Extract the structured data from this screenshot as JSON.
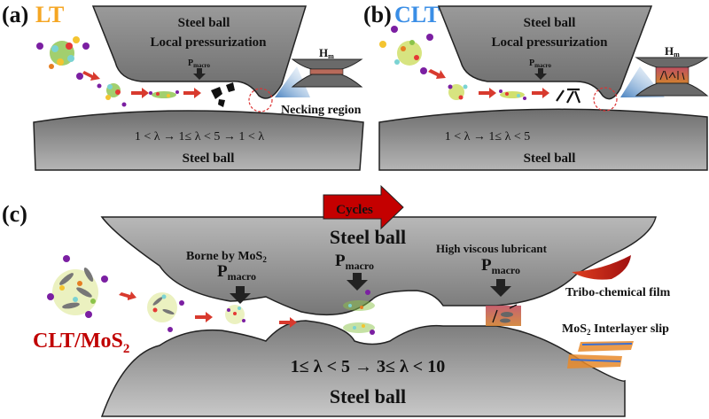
{
  "panel_a": {
    "label": "(a)",
    "title": "LT",
    "title_color": "#F5A623",
    "upper_ball": "Steel ball",
    "upper_sub": "Local pressurization",
    "pressure_main": "P",
    "pressure_sub": "macro",
    "inset_label_main": "H",
    "inset_label_sub": "m",
    "necking": "Necking region",
    "lambda": "1 < λ  →  1≤ λ < 5  → 1 < λ",
    "lower_ball": "Steel ball"
  },
  "panel_b": {
    "label": "(b)",
    "title": "CLT",
    "title_color": "#3A8EE6",
    "upper_ball": "Steel ball",
    "upper_sub": "Local pressurization",
    "pressure_main": "P",
    "pressure_sub": "macro",
    "inset_label_main": "H",
    "inset_label_sub": "m",
    "lambda": "1 < λ  →  1≤ λ < 5",
    "lower_ball": "Steel ball"
  },
  "panel_c": {
    "label": "(c)",
    "cycles": "Cycles",
    "upper_ball": "Steel ball",
    "borne_main": "Borne by MoS",
    "borne_sub": "2",
    "pressure_main": "P",
    "pressure_sub": "macro",
    "viscous": "High viscous lubricant",
    "tribo": "Tribo-chemical film",
    "slip_main": "MoS",
    "slip_sub": "2",
    "slip_rest": " Interlayer slip",
    "clt_main": "CLT/MoS",
    "clt_sub": "2",
    "clt_color": "#C00000",
    "lambda": "1≤ λ < 5 → 3≤ λ < 10",
    "lower_ball": "Steel ball"
  }
}
